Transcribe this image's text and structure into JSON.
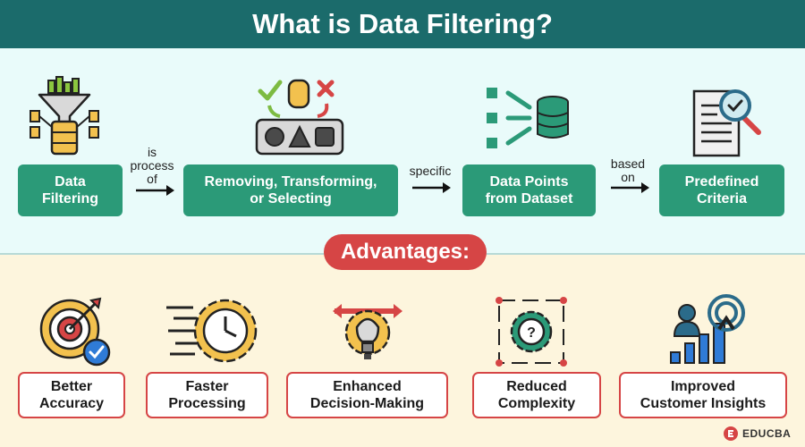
{
  "title": "What is Data Filtering?",
  "flow": {
    "box1": "Data\nFiltering",
    "conn1": "is\nprocess\nof",
    "box2": "Removing, Transforming,\nor Selecting",
    "conn2": "specific",
    "box3": "Data Points\nfrom Dataset",
    "conn3": "based\non",
    "box4": "Predefined\nCriteria"
  },
  "advantages_title": "Advantages:",
  "advantages": [
    "Better\nAccuracy",
    "Faster\nProcessing",
    "Enhanced\nDecision-Making",
    "Reduced\nComplexity",
    "Improved\nCustomer Insights"
  ],
  "brand": "EDUCBA",
  "colors": {
    "header": "#1b6b6b",
    "green_box": "#2b9a78",
    "red": "#d64545",
    "top_bg": "#e9fbfa",
    "bottom_bg": "#fdf5dd"
  }
}
